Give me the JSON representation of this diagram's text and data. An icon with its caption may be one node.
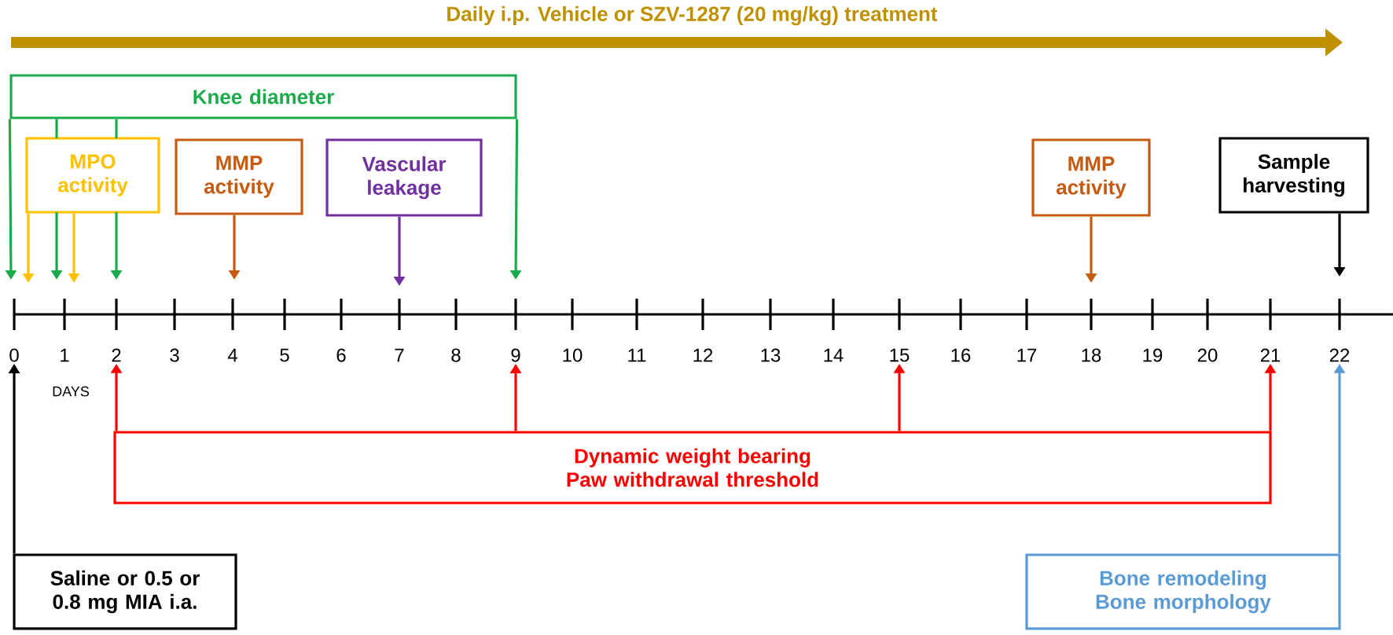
{
  "diagram": {
    "nodes": [
      {
        "text": [
          "Knee diameter"
        ]
      },
      {
        "text": [
          "MPO activity"
        ]
      },
      {
        "text": [
          "MMP activity"
        ]
      },
      {
        "text": [
          "Vascular leakage"
        ]
      },
      {
        "text": [
          "MMP activity"
        ]
      },
      {
        "text": [
          "Sample harvesting"
        ]
      },
      {
        "text": [
          "Dynamic weight bearing",
          "Paw withdrawal threshold"
        ]
      },
      {
        "text": [
          "Saline or 0.5 or 0.8 mg MIA i.a."
        ]
      },
      {
        "text": [
          "Bone remodeling",
          "Bone morphology"
        ]
      },
      {
        "text": [
          "0"
        ]
      },
      {
        "text": [
          "1"
        ]
      },
      {
        "text": [
          "2"
        ]
      },
      {
        "text": [
          "3"
        ]
      },
      {
        "text": [
          "4"
        ]
      },
      {
        "text": [
          "5"
        ]
      },
      {
        "text": [
          "6"
        ]
      },
      {
        "text": [
          "7"
        ]
      },
      {
        "text": [
          "8"
        ]
      },
      {
        "text": [
          "9"
        ]
      },
      {
        "text": [
          "10"
        ]
      },
      {
        "text": [
          "11"
        ]
      },
      {
        "text": [
          "12"
        ]
      },
      {
        "text": [
          "13"
        ]
      },
      {
        "text": [
          "14"
        ]
      },
      {
        "text": [
          "15"
        ]
      },
      {
        "text": [
          "16"
        ]
      },
      {
        "text": [
          "17"
        ]
      },
      {
        "text": [
          "18"
        ]
      },
      {
        "text": [
          "19"
        ]
      },
      {
        "text": [
          "20"
        ]
      },
      {
        "text": [
          "21"
        ]
      },
      {
        "text": [
          "22"
        ]
      }
    ],
    "edges": [
      {
        "from": 0,
        "to": null,
        "arrow": "to",
        "color": "#1aab4b"
      },
      {
        "from": 0,
        "to": null,
        "arrow": "to",
        "color": "#1aab4b"
      },
      {
        "from": 0,
        "to": null,
        "arrow": "to",
        "color": "#1aab4b"
      },
      {
        "from": 0,
        "to": null,
        "arrow": "to",
        "color": "#1aab4b"
      },
      {
        "from": 1,
        "to": null,
        "arrow": "to",
        "color": "#ffc000"
      },
      {
        "from": 1,
        "to": null,
        "arrow": "to",
        "color": "#ffc000"
      },
      {
        "from": 2,
        "to": null,
        "arrow": "to",
        "color": "#c55a11"
      },
      {
        "from": 3,
        "to": null,
        "arrow": "to",
        "color": "#7030a0"
      },
      {
        "from": 4,
        "to": null,
        "arrow": "to",
        "color": "#c55a11"
      },
      {
        "from": 5,
        "to": null,
        "arrow": "to",
        "color": "#000000"
      },
      {
        "from": 6,
        "to": 11,
        "arrow": "to",
        "color": "#ff0000"
      },
      {
        "from": 6,
        "to": 18,
        "arrow": "to",
        "color": "#ff0000"
      },
      {
        "from": 6,
        "to": 24,
        "arrow": "to",
        "color": "#ff0000"
      },
      {
        "from": 6,
        "to": 30,
        "arrow": "to",
        "color": "#ff0000"
      },
      {
        "from": 7,
        "to": 9,
        "arrow": "to",
        "color": "#000000"
      },
      {
        "from": 8,
        "to": 31,
        "arrow": "to",
        "color": "#5b9bd5"
      }
    ],
    "labels": [
      "Daily i.p. Vehicle or SZV-1287 (20 mg/kg) treatment",
      "DAYS"
    ]
  }
}
